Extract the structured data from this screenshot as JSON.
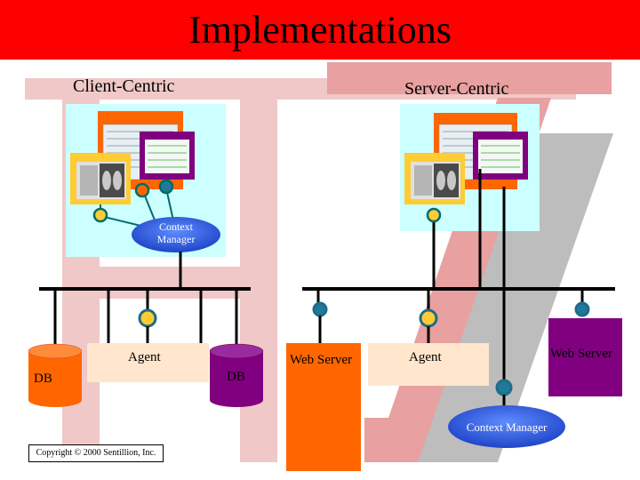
{
  "title": "Implementations",
  "sections": {
    "client": "Client-Centric",
    "server": "Server-Centric"
  },
  "client": {
    "context_manager": "Context\nManager",
    "agent": "Agent",
    "db_left": "DB",
    "db_right": "DB"
  },
  "server": {
    "web_server_left": "Web Server",
    "agent": "Agent",
    "web_server_right": "Web Server",
    "context_manager": "Context Manager"
  },
  "copyright": "Copyright © 2000 Sentillion, Inc.",
  "colors": {
    "title_bg": "#ff0000",
    "watermark": "#f0c8c8",
    "light_cyan": "#ccffff",
    "orange": "#ff6600",
    "purple": "#800080",
    "yellow": "#ffcc33",
    "teal": "#007a7a",
    "peach": "#ffe6cc",
    "db_purple": "#800080",
    "ctx_blue": "#3366ff"
  }
}
